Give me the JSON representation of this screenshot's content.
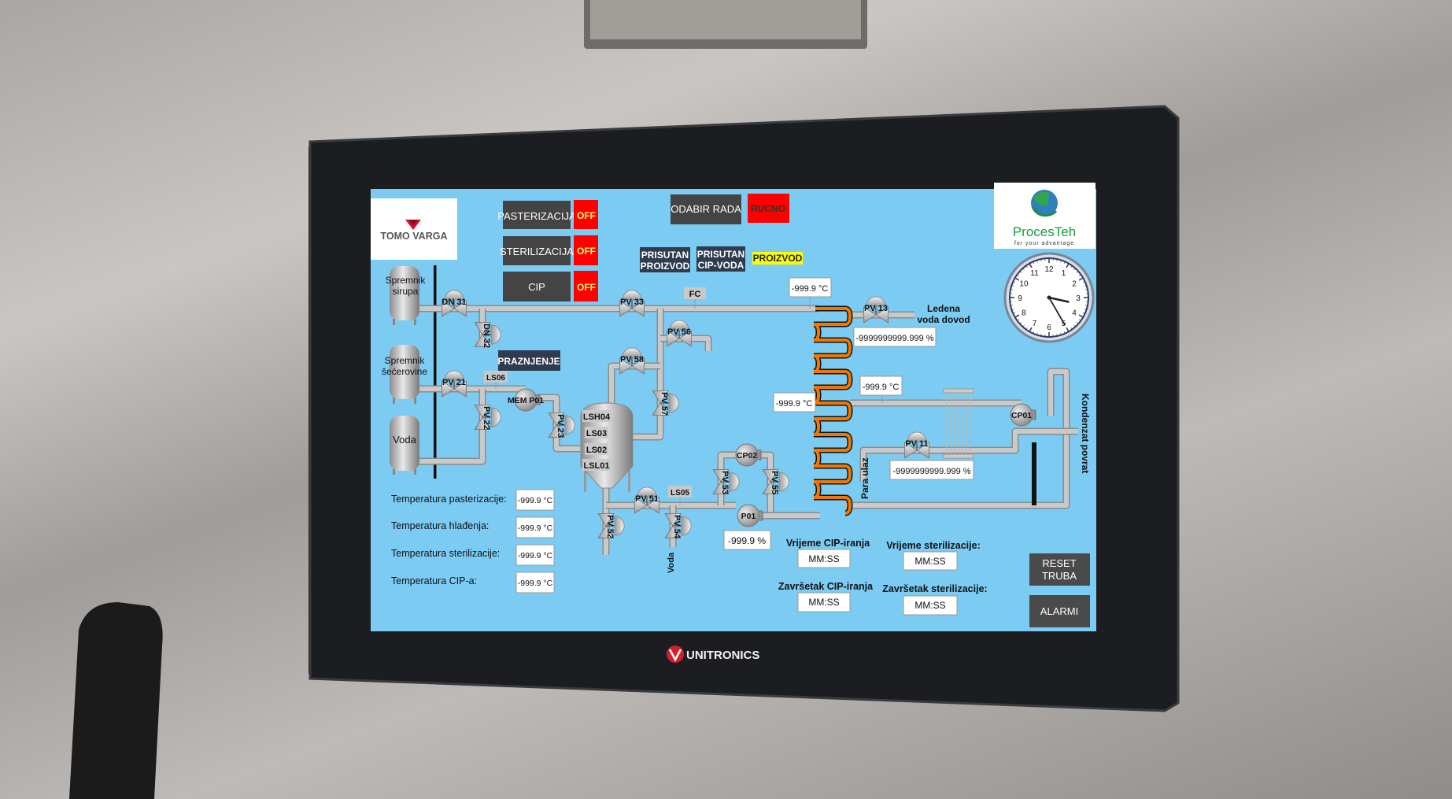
{
  "mode_buttons": {
    "pasterizacija": "PASTERIZACIJA",
    "sterilizacija": "STERILIZACIJA",
    "cip": "CIP",
    "pasterizacija_state": "OFF",
    "sterilizacija_state": "OFF",
    "cip_state": "OFF"
  },
  "odabir_rada": {
    "label": "ODABIR RADA",
    "value": "RUCNO"
  },
  "indicators": {
    "prisutan_proizvod": [
      "PRISUTAN",
      "PROIZVOD"
    ],
    "prisutan_cip_voda": [
      "PRISUTAN",
      "CIP-VODA"
    ],
    "proizvod": "PROIZVOD",
    "praznjenje": "PRAZNJENJE"
  },
  "logos": {
    "tomo_varga": "TOMO VARGA",
    "procesteh": "ProcesTeh",
    "procesteh_tagline": "for your advantage",
    "unitronics": "UNITRONICS"
  },
  "tanks": {
    "sirup": [
      "Spremnik",
      "sirupa"
    ],
    "secer": [
      "Spremnik",
      "šećerovine"
    ],
    "voda": "Voda"
  },
  "valves": {
    "dn31": "DN 31",
    "dn32": "DN 32",
    "pv33": "PV 33",
    "pv13": "PV 13",
    "pv56": "PV 56",
    "pv58": "PV 58",
    "pv57": "PV 57",
    "pv21": "PV 21",
    "pv22": "PV 22",
    "pv23": "PV 23",
    "pv51": "PV 51",
    "pv52": "PV 52",
    "pv54": "PV 54",
    "pv53": "PV 53",
    "pv55": "PV 55",
    "pv11": "PV 11"
  },
  "pumps": {
    "mem_p01": "MEM P01",
    "cp02": "CP02",
    "p01": "P01",
    "cp01": "CP01"
  },
  "sensors": {
    "fc": "FC",
    "ls06": "LS06",
    "ls05": "LS05",
    "lsh04": "LSH04",
    "ls03": "LS03",
    "ls02": "LS02",
    "lsl01": "LSL01"
  },
  "flow_labels": {
    "ledena_voda": [
      "Ledena",
      "voda dovod"
    ],
    "kondenzat": "Kondenzat povrat",
    "para_ulaz": "Para ulaz",
    "voda": "Voda"
  },
  "readouts": {
    "temp_exchanger_in": "-999.9 °C",
    "pv13_percent": "-9999999999.999 %",
    "temp_exchanger_mid": "-999.9 °C",
    "temp_hx_line": "-999.9 °C",
    "pv11_percent": "-9999999999.999 %",
    "p01_percent": "-999.9 %"
  },
  "temperatures": [
    {
      "label": "Temperatura pasterizacije:",
      "value": "-999.9 °C"
    },
    {
      "label": "Temperatura hlađenja:",
      "value": "-999.9 °C"
    },
    {
      "label": "Temperatura sterilizacije:",
      "value": "-999.9 °C"
    },
    {
      "label": "Temperatura CIP-a:",
      "value": "-999.9 °C"
    }
  ],
  "timers": {
    "vrijeme_cip": {
      "label": "Vrijeme CIP-iranja",
      "value": "MM:SS"
    },
    "vrijeme_sterilizacije": {
      "label": "Vrijeme sterilizacije:",
      "value": "MM:SS"
    },
    "zavrsetak_cip": {
      "label": "Završetak CIP-iranja",
      "value": "MM:SS"
    },
    "zavrsetak_sterilizacije": {
      "label": "Završetak sterilizacije:",
      "value": "MM:SS"
    }
  },
  "buttons": {
    "reset_truba": [
      "RESET",
      "TRUBA"
    ],
    "alarmi": "ALARMI"
  },
  "clock": {
    "icon": "analog-clock-icon",
    "numerals": [
      "12",
      "1",
      "2",
      "3",
      "4",
      "5",
      "6",
      "7",
      "8",
      "9",
      "10",
      "11"
    ]
  },
  "colors": {
    "screen_bg": "#7ccbf2",
    "off_red": "#ff0000",
    "button_dark": "#444444",
    "indicator_navy": "#2f3b4f",
    "proizvod_yellow": "#ffff00",
    "coil_orange": "#f07800",
    "bezel": "#1c1d20"
  }
}
